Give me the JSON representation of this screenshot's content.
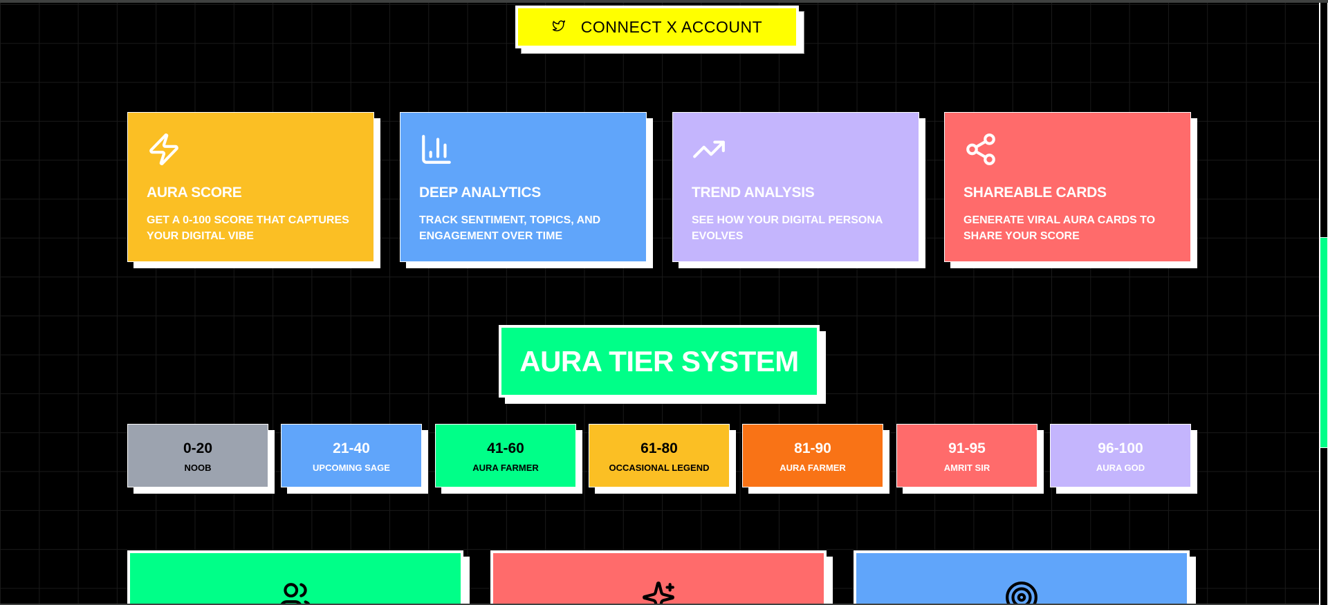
{
  "connect_button": {
    "label": "CONNECT X ACCOUNT",
    "icon": "twitter-icon",
    "color": "#ffff00"
  },
  "features": [
    {
      "icon": "zap-icon",
      "title": "AURA SCORE",
      "description": "GET A 0-100 SCORE THAT CAPTURES YOUR DIGITAL VIBE",
      "color": "#fbbf24"
    },
    {
      "icon": "bar-chart-icon",
      "title": "DEEP ANALYTICS",
      "description": "TRACK SENTIMENT, TOPICS, AND ENGAGEMENT OVER TIME",
      "color": "#60a5fa"
    },
    {
      "icon": "trending-up-icon",
      "title": "TREND ANALYSIS",
      "description": "SEE HOW YOUR DIGITAL PERSONA EVOLVES",
      "color": "#c4b5fd"
    },
    {
      "icon": "share-icon",
      "title": "SHAREABLE CARDS",
      "description": "GENERATE VIRAL AURA CARDS TO SHARE YOUR SCORE",
      "color": "#ff6b6b"
    }
  ],
  "tier_section": {
    "title": "AURA TIER SYSTEM",
    "color": "#00ff88",
    "tiers": [
      {
        "range": "0-20",
        "name": "NOOB",
        "color": "#9ca3af",
        "text_color": "#000000"
      },
      {
        "range": "21-40",
        "name": "UPCOMING SAGE",
        "color": "#60a5fa",
        "text_color": "#ffffff"
      },
      {
        "range": "41-60",
        "name": "AURA FARMER",
        "color": "#00ff88",
        "text_color": "#000000"
      },
      {
        "range": "61-80",
        "name": "OCCASIONAL LEGEND",
        "color": "#fbbf24",
        "text_color": "#000000"
      },
      {
        "range": "81-90",
        "name": "AURA FARMER",
        "color": "#f97316",
        "text_color": "#ffffff"
      },
      {
        "range": "91-95",
        "name": "AMRIT SIR",
        "color": "#ff6b6b",
        "text_color": "#ffffff"
      },
      {
        "range": "96-100",
        "name": "AURA GOD",
        "color": "#c4b5fd",
        "text_color": "#ffffff"
      }
    ]
  },
  "bottom_cards": [
    {
      "icon": "users-icon",
      "color": "#00ff88"
    },
    {
      "icon": "sparkles-icon",
      "color": "#ff6b6b"
    },
    {
      "icon": "target-icon",
      "color": "#60a5fa"
    }
  ],
  "scrollbar": {
    "thumb_color": "#00ff88"
  }
}
